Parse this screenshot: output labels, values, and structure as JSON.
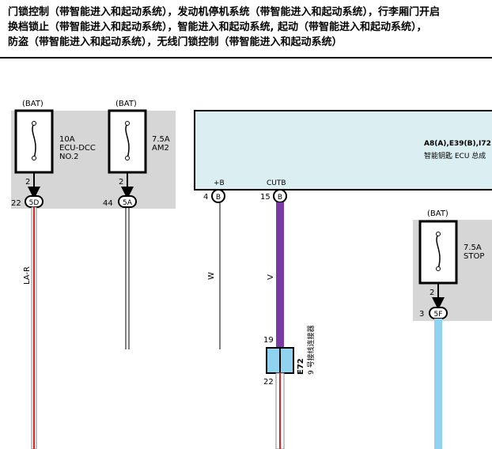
{
  "header": {
    "line1": "门锁控制（带智能进入和起动系统），发动机停机系统（带智能进入和起动系统），行李厢门开启",
    "line2": "换档锁止（带智能进入和起动系统），智能进入和起动系统, 起动（带智能进入和起动系统），",
    "line3": "防盗（带智能进入和起动系统），无线门锁控制（带智能进入和起动系统）"
  },
  "fuses": [
    {
      "bat": "(BAT)",
      "amp": "10A",
      "name1": "ECU-DCC",
      "name2": "NO.2",
      "pin_in": "2",
      "pin_out": "22",
      "connector": "5D"
    },
    {
      "bat": "(BAT)",
      "amp": "7.5A",
      "name1": "AM2",
      "name2": "",
      "pin_in": "2",
      "pin_out": "44",
      "connector": "5A"
    },
    {
      "bat": "(BAT)",
      "amp": "7.5A",
      "name1": "STOP",
      "name2": "",
      "pin_in": "2",
      "pin_out": "3",
      "connector": "5F"
    }
  ],
  "ecu": {
    "connectors": "A8(A),E39(B),I72",
    "name": "智能钥匙 ECU 总成",
    "pins": [
      {
        "label": "+B",
        "pin": "4",
        "connector": "B"
      },
      {
        "label": "CUTB",
        "pin": "15",
        "connector": "B"
      }
    ]
  },
  "wires": {
    "la_r": "LA-R",
    "w": "W",
    "v": "V"
  },
  "junction": {
    "code": "E72",
    "desc": "9 号接线连接器",
    "pin_top": "19",
    "pin_bottom": "22"
  },
  "colors": {
    "box_gray": "#d6d6d6",
    "ecu_fill": "#dbeef2",
    "violet": "#7a3aa6",
    "light_blue": "#8fd3ef",
    "red": "#e02020"
  }
}
